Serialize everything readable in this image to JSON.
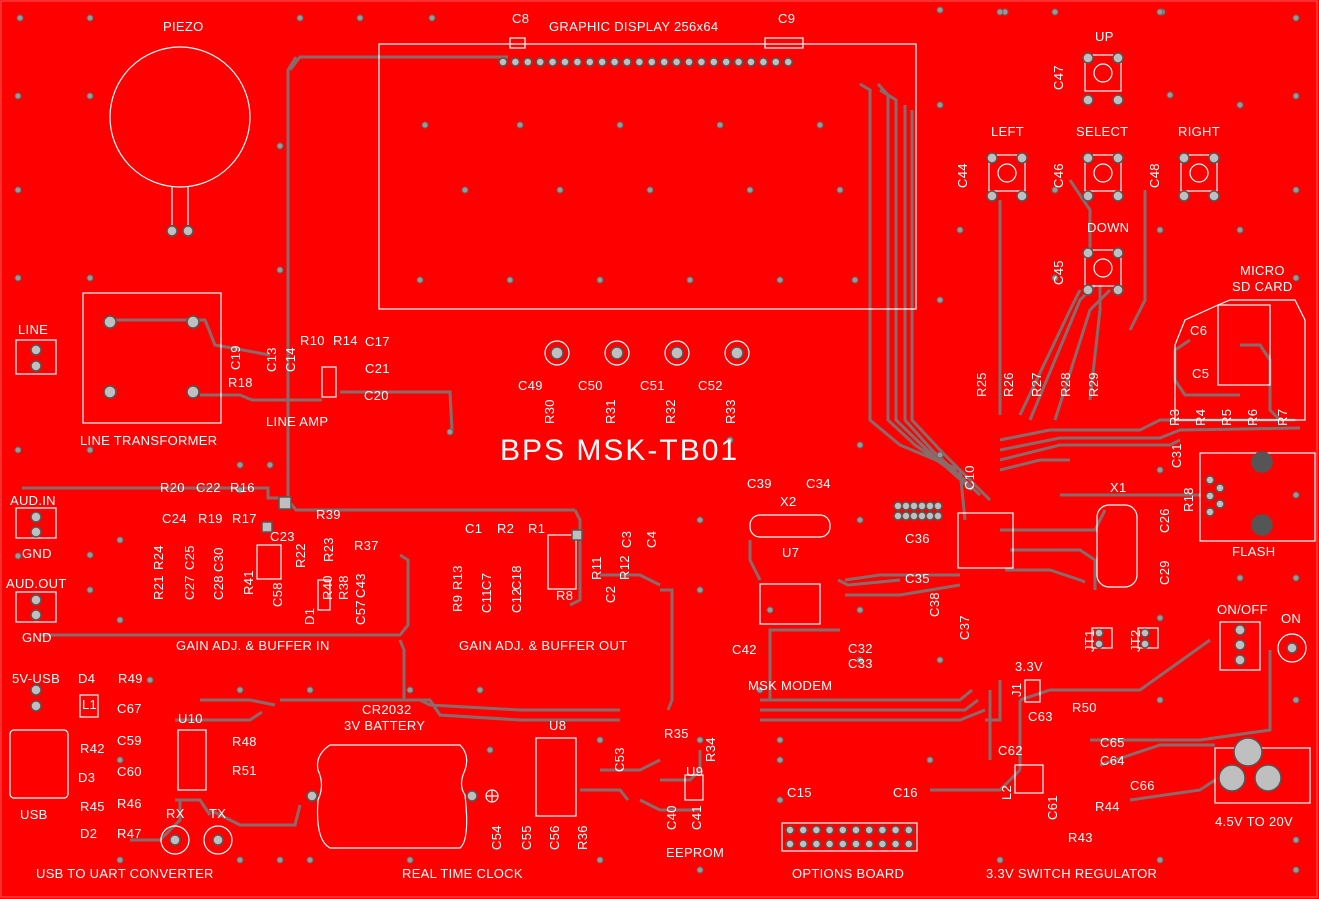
{
  "board_title": "BPS MSK-TB01",
  "labels": {
    "piezo": "PIEZO",
    "graphic_display": "GRAPHIC DISPLAY 256x64",
    "line": "LINE",
    "line_transformer": "LINE TRANSFORMER",
    "line_amp": "LINE AMP",
    "aud_in": "AUD.IN",
    "gnd1": "GND",
    "aud_out": "AUD.OUT",
    "gnd2": "GND",
    "gain_in": "GAIN ADJ. & BUFFER IN",
    "gain_out": "GAIN ADJ. & BUFFER OUT",
    "usb5v": "5V-USB",
    "usb": "USB",
    "usb_uart": "USB TO UART CONVERTER",
    "rx": "RX",
    "tx": "TX",
    "battery1": "CR2032",
    "battery2": "3V BATTERY",
    "rtc": "REAL TIME CLOCK",
    "eeprom": "EEPROM",
    "options": "OPTIONS BOARD",
    "regulator": "3.3V SWITCH REGULATOR",
    "vin": "4.5V TO 20V",
    "msk_modem": "MSK MODEM",
    "flash": "FLASH",
    "micro_sd1": "MICRO",
    "micro_sd2": "SD CARD",
    "on_off": "ON/OFF",
    "on": "ON",
    "v33": "3.3V",
    "up": "UP",
    "down": "DOWN",
    "left": "LEFT",
    "right": "RIGHT",
    "select": "SELECT"
  },
  "refdes": {
    "c8": "C8",
    "c9": "C9",
    "c47": "C47",
    "c44": "C44",
    "c46": "C46",
    "c48": "C48",
    "c45": "C45",
    "c19": "C19",
    "c13": "C13",
    "c14": "C14",
    "r10": "R10",
    "r14": "R14",
    "c17": "C17",
    "r18a": "R18",
    "c21": "C21",
    "c20": "C20",
    "c49": "C49",
    "c50": "C50",
    "c51": "C51",
    "c52": "C52",
    "r30": "R30",
    "r31": "R31",
    "r32": "R32",
    "r33": "R33",
    "r25": "R25",
    "r26": "R26",
    "r27": "R27",
    "r28": "R28",
    "r29": "R29",
    "c6": "C6",
    "c5": "C5",
    "r3": "R3",
    "r4": "R4",
    "r5": "R5",
    "r6": "R6",
    "r7": "R7",
    "c31": "C31",
    "r18b": "R18",
    "r20": "R20",
    "c22": "C22",
    "r16": "R16",
    "c24": "C24",
    "r19": "R19",
    "r17": "R17",
    "r39": "R39",
    "c23": "C23",
    "r24": "R24",
    "c25": "C25",
    "c30": "C30",
    "r22": "R22",
    "r23": "R23",
    "r37": "R37",
    "r21": "R21",
    "c27": "C27",
    "c28": "C28",
    "r41": "R41",
    "c58": "C58",
    "d1": "D1",
    "r40": "R40",
    "r38": "R38",
    "c57": "C57",
    "c43": "C43",
    "c1": "C1",
    "r2": "R2",
    "r1": "R1",
    "c3": "C3",
    "c4": "C4",
    "r13": "R13",
    "c7": "C7",
    "c18": "C18",
    "r11": "R11",
    "r12": "R12",
    "r9": "R9",
    "c11": "C11",
    "c12": "C12",
    "r8": "R8",
    "c2": "C2",
    "c39": "C39",
    "x2": "X2",
    "c34": "C34",
    "c10": "C10",
    "x1": "X1",
    "c26": "C26",
    "u7": "U7",
    "c36": "C36",
    "c35": "C35",
    "c29": "C29",
    "c38": "C38",
    "c37": "C37",
    "c42": "C42",
    "c32": "C32",
    "c33": "C33",
    "jt1": "JT1",
    "jt2": "JT2",
    "d4": "D4",
    "r49": "R49",
    "l1": "L1",
    "c67": "C67",
    "u10": "U10",
    "r42": "R42",
    "c59": "C59",
    "r48": "R48",
    "d3": "D3",
    "c60": "C60",
    "r51": "R51",
    "r45": "R45",
    "r46": "R46",
    "d2": "D2",
    "r47": "R47",
    "u8": "U8",
    "r35": "R35",
    "r34": "R34",
    "c53": "C53",
    "u9": "U9",
    "c40": "C40",
    "c41": "C41",
    "c54": "C54",
    "c55": "C55",
    "c56": "C56",
    "r36": "R36",
    "c15": "C15",
    "c16": "C16",
    "j1": "J1",
    "r50": "R50",
    "c63": "C63",
    "c62": "C62",
    "c65": "C65",
    "c64": "C64",
    "l2": "L2",
    "c66": "C66",
    "c61": "C61",
    "r44": "R44",
    "r43": "R43"
  },
  "colors": {
    "board": "#ff0000",
    "silk": "#ffffff",
    "trace": "#8a6b6b",
    "pad": "#bfbfbf"
  }
}
